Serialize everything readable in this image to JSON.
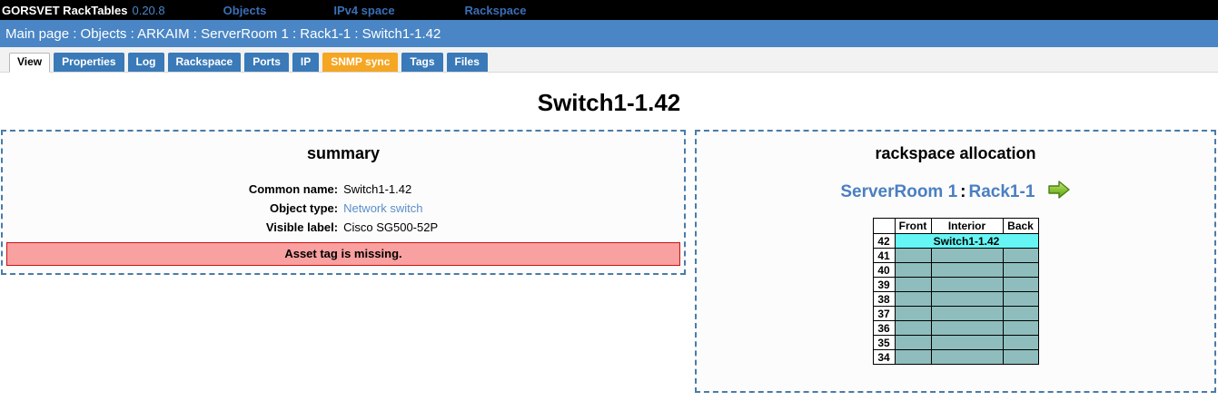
{
  "topbar": {
    "brand": "GORSVET RackTables",
    "version": "0.20.8",
    "nav": [
      {
        "label": "Objects"
      },
      {
        "label": "IPv4 space"
      },
      {
        "label": "Rackspace"
      }
    ]
  },
  "breadcrumb": {
    "text": "Main page : Objects : ARKAIM : ServerRoom 1 : Rack1-1 : Switch1-1.42"
  },
  "tabs": [
    {
      "label": "View",
      "state": "active"
    },
    {
      "label": "Properties",
      "state": "normal"
    },
    {
      "label": "Log",
      "state": "normal"
    },
    {
      "label": "Rackspace",
      "state": "normal"
    },
    {
      "label": "Ports",
      "state": "normal"
    },
    {
      "label": "IP",
      "state": "normal"
    },
    {
      "label": "SNMP sync",
      "state": "warn"
    },
    {
      "label": "Tags",
      "state": "normal"
    },
    {
      "label": "Files",
      "state": "normal"
    }
  ],
  "page": {
    "title": "Switch1-1.42"
  },
  "summary": {
    "heading": "summary",
    "rows": [
      {
        "key": "Common name:",
        "value": "Switch1-1.42",
        "link": false
      },
      {
        "key": "Object type:",
        "value": "Network switch",
        "link": true
      },
      {
        "key": "Visible label:",
        "value": "Cisco SG500-52P",
        "link": false
      }
    ],
    "alert": "Asset tag is missing."
  },
  "rackspace": {
    "heading": "rackspace allocation",
    "location_room": "ServerRoom 1",
    "location_sep": ":",
    "location_rack": "Rack1-1",
    "arrow_icon": "green-right-arrow-icon",
    "columns": [
      "",
      "Front",
      "Interior",
      "Back"
    ],
    "units": [
      {
        "number": "42",
        "occupied": true,
        "label": "Switch1-1.42"
      },
      {
        "number": "41",
        "occupied": false,
        "label": ""
      },
      {
        "number": "40",
        "occupied": false,
        "label": ""
      },
      {
        "number": "39",
        "occupied": false,
        "label": ""
      },
      {
        "number": "38",
        "occupied": false,
        "label": ""
      },
      {
        "number": "37",
        "occupied": false,
        "label": ""
      },
      {
        "number": "36",
        "occupied": false,
        "label": ""
      },
      {
        "number": "35",
        "occupied": false,
        "label": ""
      },
      {
        "number": "34",
        "occupied": false,
        "label": ""
      }
    ]
  },
  "colors": {
    "topbar_bg": "#000000",
    "breadcrumb_bg": "#4a86c5",
    "tab_blue": "#3a7ab8",
    "tab_orange": "#f5a623",
    "link_blue": "#4a7fc1",
    "alert_bg": "#f9a0a0",
    "alert_border": "#cc1111",
    "rack_free": "#8fbdbd",
    "rack_object": "#66f5f5",
    "panel_border": "#4a7ba8"
  }
}
